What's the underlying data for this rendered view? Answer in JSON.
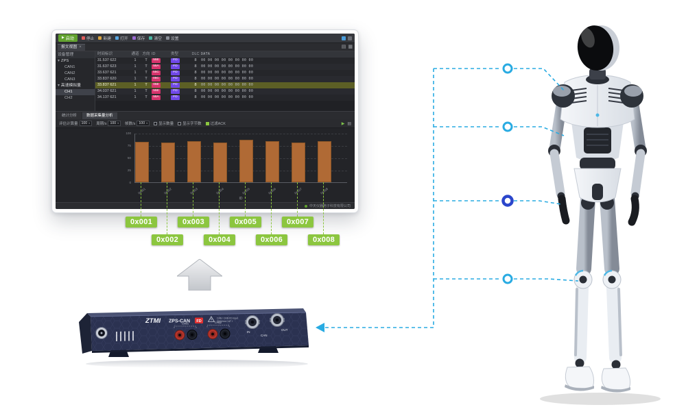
{
  "icons": {
    "play": "▶",
    "caret_down": "▾",
    "close": "×",
    "panel_rows": "▤",
    "panel_grid": "▦"
  },
  "colors": {
    "accent_green": "#8cc63f",
    "connector_blue": "#29abe2",
    "node_dark_blue": "#2b46cb",
    "bar_color": "#b06a35",
    "device_body": "#2b3251"
  },
  "software": {
    "toolbar": {
      "start_label": "启动",
      "items": [
        "停止",
        "新建",
        "打开",
        "保存",
        "清空",
        "设置"
      ]
    },
    "view_bar": {
      "tab": "报文视图"
    },
    "device_panel": {
      "title": "设备管理",
      "root": "ZPS",
      "can_items": [
        "CAN1",
        "CAN2",
        "CAN3"
      ],
      "group": "高速模拟量",
      "group_items": [
        "CH1",
        "CH2"
      ],
      "selected_item": "CH1"
    },
    "table": {
      "headers": [
        "时间标识",
        "通道",
        "方向",
        "ID",
        "类型",
        "DLC",
        "DATA"
      ],
      "id_badge_color": "#d6336c",
      "type_badge_color": "#7048e8",
      "rows": [
        {
          "time": "31.537 622",
          "ch": "1",
          "dir": "T",
          "id": "55E",
          "type": "FD",
          "dlc": "8",
          "data": "00 00 00 00 00 00 00 00",
          "highlight": false
        },
        {
          "time": "31.637 623",
          "ch": "1",
          "dir": "T",
          "id": "55A",
          "type": "FD",
          "dlc": "8",
          "data": "00 00 00 00 00 00 00 00",
          "highlight": false
        },
        {
          "time": "33.637 621",
          "ch": "1",
          "dir": "T",
          "id": "55C",
          "type": "FD",
          "dlc": "8",
          "data": "00 00 00 00 00 00 00 00",
          "highlight": false
        },
        {
          "time": "33.837 620",
          "ch": "1",
          "dir": "T",
          "id": "05C",
          "type": "FD",
          "dlc": "8",
          "data": "00 00 00 00 00 00 00 00",
          "highlight": false
        },
        {
          "time": "33.837 621",
          "ch": "1",
          "dir": "T",
          "id": "05E",
          "type": "FD",
          "dlc": "8",
          "data": "00 00 00 00 00 00 00 00",
          "highlight": true
        },
        {
          "time": "34.037 621",
          "ch": "1",
          "dir": "T",
          "id": "55E",
          "type": "FD",
          "dlc": "8",
          "data": "00 00 00 00 00 00 00 00",
          "highlight": false
        },
        {
          "time": "34.137 621",
          "ch": "1",
          "dir": "T",
          "id": "55A",
          "type": "FD",
          "dlc": "8",
          "data": "00 00 00 00 00 00 00 00",
          "highlight": false
        }
      ]
    },
    "analysis": {
      "tabs": [
        "统计分析",
        "数据采集量分析"
      ],
      "active_tab_index": 1,
      "fields": [
        {
          "label": "评估计算量",
          "value": "100"
        },
        {
          "label": "周期/s",
          "value": "100"
        },
        {
          "label": "帧数/s",
          "value": "100"
        }
      ],
      "options": [
        {
          "label": "显示数量",
          "checked": false
        },
        {
          "label": "显示字节数",
          "checked": false
        },
        {
          "label": "过滤ACK",
          "checked": true
        }
      ]
    },
    "status_bar": {
      "right_text": "中天仪器电子科技有限公司"
    }
  },
  "chart_data": {
    "type": "bar",
    "categories": [
      "0x001",
      "0x002",
      "0x003",
      "0x004",
      "0x005",
      "0x006",
      "0x007",
      "0x008"
    ],
    "values": [
      82,
      80,
      84,
      81,
      86,
      83,
      80,
      84
    ],
    "title": "",
    "xlabel": "ID",
    "ylabel": "",
    "ylim": [
      0,
      100
    ],
    "yticks": [
      0,
      25,
      50,
      75,
      100
    ],
    "grid": true,
    "legend": false,
    "bar_color": "#b06a35"
  },
  "hex_labels": [
    "0x001",
    "0x002",
    "0x003",
    "0x004",
    "0x005",
    "0x006",
    "0x007",
    "0x008"
  ],
  "device": {
    "brand": "ZTMI",
    "model": "ZPS-CAN",
    "badge": "FD",
    "warning_line1": "CAN / CAN FD Input",
    "warning_line2": "300Vrms CAT I",
    "jack_labels": [
      "CH01",
      "CH02"
    ],
    "port_labels": [
      "IN",
      "CAN",
      "OUT"
    ]
  }
}
